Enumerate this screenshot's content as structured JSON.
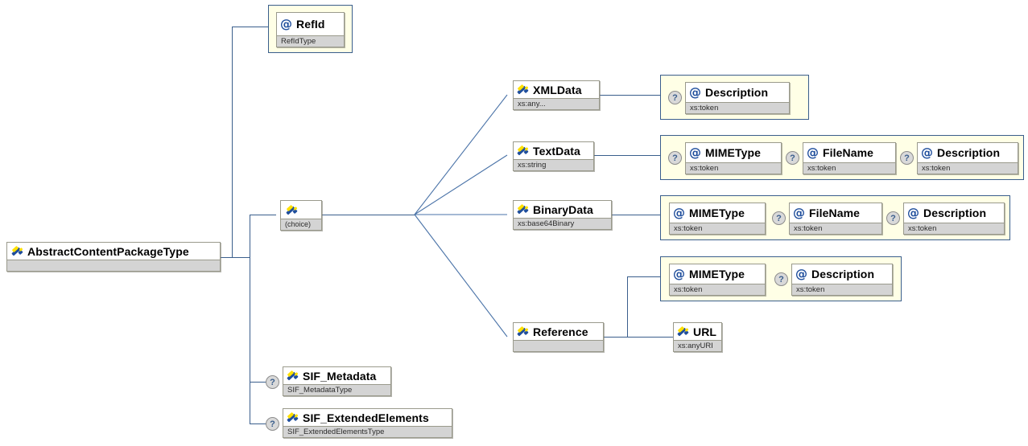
{
  "diagram": {
    "title": "AbstractContentPackageType XSD structure",
    "type": "xsd-schema-tree",
    "colors": {
      "line": "#3a5e8c",
      "attr_container_fill": "#ffffe6",
      "attr_container_border": "#3a5e8c",
      "node_border": "#9a9a8c",
      "type_bar_fill": "#d4d4d4",
      "icon_blue": "#1f4e9c",
      "icon_yellow": "#ffe000",
      "optional_marker": "#d9d9d9"
    },
    "icons": {
      "element": "element-icon",
      "attribute": "at-sign-icon",
      "optional": "question-mark-icon"
    }
  },
  "root": {
    "name": "AbstractContentPackageType",
    "type": "",
    "icon": "element-icon"
  },
  "compositor": {
    "name": "",
    "type": "(choice)",
    "icon": "element-icon"
  },
  "nodes": {
    "refid": {
      "name": "RefId",
      "type": "RefIdType",
      "icon": "at-sign-icon",
      "optional": false
    },
    "xmldata": {
      "name": "XMLData",
      "type": "xs:any...",
      "icon": "element-icon",
      "optional": false
    },
    "textdata": {
      "name": "TextData",
      "type": "xs:string",
      "icon": "element-icon",
      "optional": false
    },
    "binarydata": {
      "name": "BinaryData",
      "type": "xs:base64Binary",
      "icon": "element-icon",
      "optional": false
    },
    "reference": {
      "name": "Reference",
      "type": "",
      "icon": "element-icon",
      "optional": false
    },
    "url": {
      "name": "URL",
      "type": "xs:anyURI",
      "icon": "element-icon",
      "optional": false
    },
    "sif_metadata": {
      "name": "SIF_Metadata",
      "type": "SIF_MetadataType",
      "icon": "element-icon",
      "optional": true
    },
    "sif_extended": {
      "name": "SIF_ExtendedElements",
      "type": "SIF_ExtendedElementsType",
      "icon": "element-icon",
      "optional": true
    }
  },
  "attributes": {
    "xmldata": [
      {
        "name": "Description",
        "type": "xs:token",
        "icon": "at-sign-icon",
        "optional": true
      }
    ],
    "textdata": [
      {
        "name": "MIMEType",
        "type": "xs:token",
        "icon": "at-sign-icon",
        "optional": true
      },
      {
        "name": "FileName",
        "type": "xs:token",
        "icon": "at-sign-icon",
        "optional": true
      },
      {
        "name": "Description",
        "type": "xs:token",
        "icon": "at-sign-icon",
        "optional": true
      }
    ],
    "binarydata": [
      {
        "name": "MIMEType",
        "type": "xs:token",
        "icon": "at-sign-icon",
        "optional": false
      },
      {
        "name": "FileName",
        "type": "xs:token",
        "icon": "at-sign-icon",
        "optional": true
      },
      {
        "name": "Description",
        "type": "xs:token",
        "icon": "at-sign-icon",
        "optional": true
      }
    ],
    "reference": [
      {
        "name": "MIMEType",
        "type": "xs:token",
        "icon": "at-sign-icon",
        "optional": false
      },
      {
        "name": "Description",
        "type": "xs:token",
        "icon": "at-sign-icon",
        "optional": true
      }
    ]
  },
  "optional_marker_label": "?"
}
